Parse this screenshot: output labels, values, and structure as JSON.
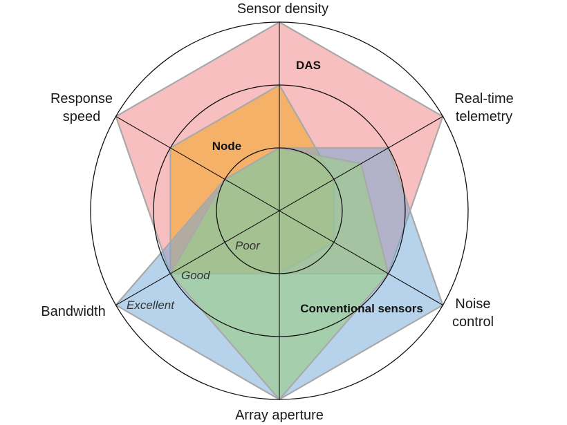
{
  "chart_data": {
    "type": "radar",
    "axes": [
      "Sensor density",
      "Real-time telemetry",
      "Noise control",
      "Array aperture",
      "Bandwidth",
      "Response speed"
    ],
    "axis_label_lines": [
      [
        "Sensor density"
      ],
      [
        "Real-time",
        "telemetry"
      ],
      [
        "Noise",
        "control"
      ],
      [
        "Array aperture"
      ],
      [
        "Bandwidth"
      ],
      [
        "Response",
        "speed"
      ]
    ],
    "levels": [
      "Poor",
      "Good",
      "Excellent"
    ],
    "series": [
      {
        "name": "DAS",
        "color": "#f08080",
        "opacity": 0.5,
        "values": [
          3,
          3,
          2,
          1,
          2,
          3
        ]
      },
      {
        "name": "Node",
        "color": "#f5a623",
        "opacity": 0.55,
        "values": [
          2,
          1,
          1,
          1,
          2,
          2
        ]
      },
      {
        "name": "Conventional sensors",
        "color": "#6ea8d8",
        "opacity": 0.5,
        "values": [
          1,
          2,
          3,
          3,
          3,
          1
        ]
      },
      {
        "name": "",
        "color": "#9ccc8a",
        "opacity": 0.65,
        "values": [
          1,
          1.5,
          2,
          3,
          2,
          1
        ]
      }
    ],
    "series_label_text": [
      "DAS",
      "Node",
      "Conventional sensors"
    ]
  }
}
